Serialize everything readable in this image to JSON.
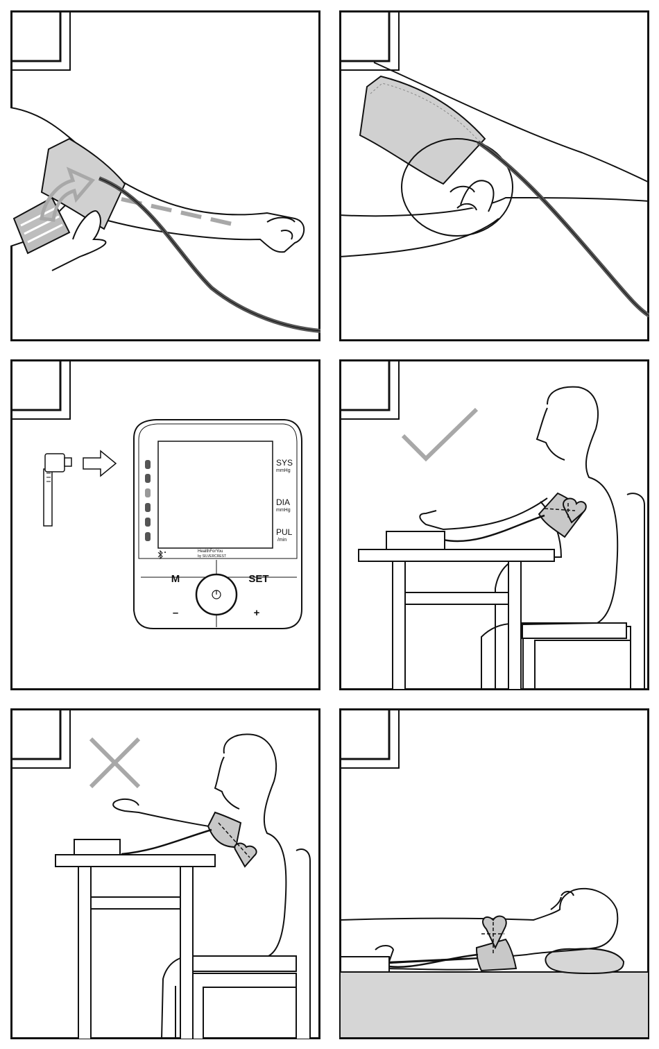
{
  "device": {
    "sys_label": "SYS",
    "sys_unit": "mmHg",
    "dia_label": "DIA",
    "dia_unit": "mmHg",
    "pul_label": "PUL",
    "pul_unit": "/min",
    "brand_line1": "HealthForYou",
    "brand_line2": "by SILVERCREST",
    "button_m": "M",
    "button_set": "SET",
    "button_minus": "–",
    "button_plus": "+",
    "power_symbol": "⏻"
  },
  "icons": {
    "correct": "check-mark-icon",
    "wrong": "cross-mark-icon",
    "insert": "arrow-right-icon",
    "bluetooth": "bluetooth-icon"
  },
  "colors": {
    "line": "#111111",
    "grey": "#a8a8a8",
    "cuff": "#cfcfcf",
    "hose": "#555555",
    "bed": "#d6d6d6"
  }
}
